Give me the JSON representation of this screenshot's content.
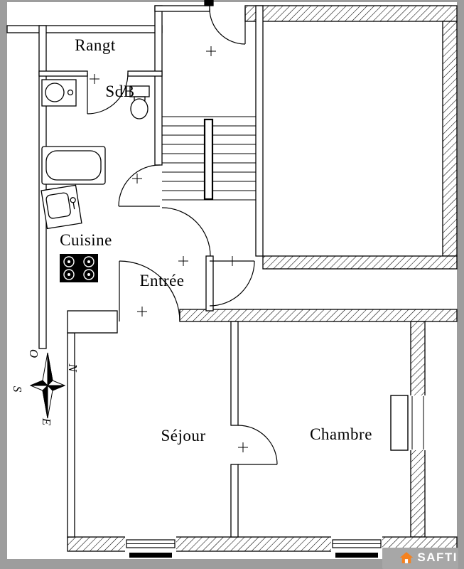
{
  "rooms": {
    "rangt": {
      "label": "Rangt"
    },
    "sdb": {
      "label": "SdB"
    },
    "cuisine": {
      "label": "Cuisine"
    },
    "entree": {
      "label": "Entrée"
    },
    "sejour": {
      "label": "Séjour"
    },
    "chambre": {
      "label": "Chambre"
    }
  },
  "compass": {
    "west": "O",
    "north": "N",
    "south": "S",
    "east": "E"
  },
  "logo": {
    "brand": "SAFTI"
  },
  "colors": {
    "frame_gray": "#9d9d9d",
    "line_black": "#000000",
    "logo_orange": "#f5821f",
    "logo_text_color": "#ffffff",
    "logo_plate_gray": "#a7a7a7"
  }
}
